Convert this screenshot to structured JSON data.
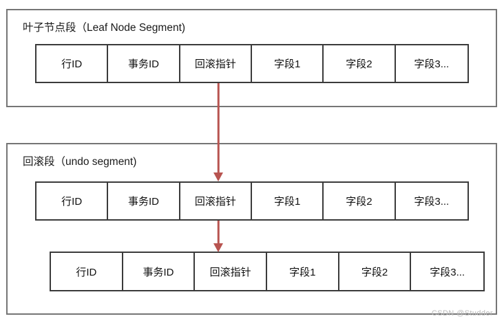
{
  "diagram": {
    "background_color": "#ffffff",
    "segment_border_color": "#757575",
    "table_border_color": "#3a3a3a",
    "arrow_color": "#b85450",
    "text_color": "#111111"
  },
  "segments": [
    {
      "id": "leaf",
      "title": "叶子节点段（Leaf Node Segment)",
      "rows": [
        {
          "id": "leaf-row",
          "cells": [
            "行ID",
            "事务ID",
            "回滚指针",
            "字段1",
            "字段2",
            "字段3..."
          ]
        }
      ]
    },
    {
      "id": "undo",
      "title": "回滚段（undo segment)",
      "rows": [
        {
          "id": "undo-row-1",
          "cells": [
            "行ID",
            "事务ID",
            "回滚指针",
            "字段1",
            "字段2",
            "字段3..."
          ]
        },
        {
          "id": "undo-row-2",
          "cells": [
            "行ID",
            "事务ID",
            "回滚指针",
            "字段1",
            "字段2",
            "字段3..."
          ]
        }
      ]
    }
  ],
  "arrows": [
    {
      "id": "leaf-to-undo",
      "from": "leaf rollback pointer cell",
      "to": "undo segment row 1 rollback pointer cell",
      "color": "#b85450"
    },
    {
      "id": "undo-to-undo",
      "from": "undo segment row 1 rollback pointer cell",
      "to": "undo segment row 2 rollback pointer cell",
      "color": "#b85450"
    }
  ],
  "watermark": {
    "text": "CSDN @Studder"
  }
}
